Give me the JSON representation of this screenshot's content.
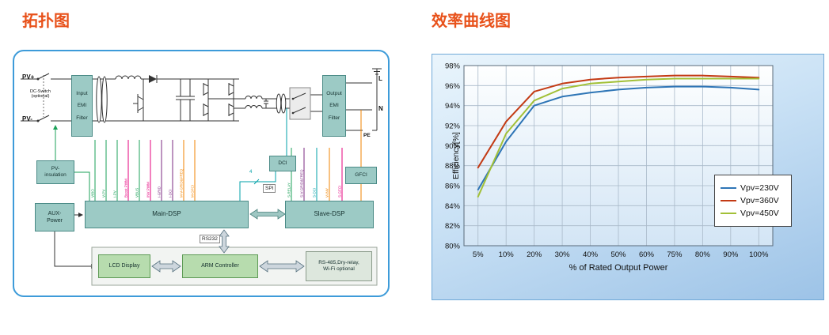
{
  "titles": {
    "topology": "拓扑图",
    "efficiency": "效率曲线图"
  },
  "topology": {
    "labels": {
      "pv_plus": "PV+",
      "pv_minus": "PV-",
      "dc_switch": "DC-Switch\n(optional)",
      "line_l": "L",
      "line_n": "N",
      "line_pe": "PE",
      "spi": "SPI",
      "rs232": "RS232",
      "bus_width": "4"
    },
    "blocks": {
      "input_emi": "Input\nEMI\nFilter",
      "output_emi": "Output\nEMI\nFilter",
      "pv_insulation": "PV-\ninsulation",
      "aux_power": "AUX-\nPower",
      "main_dsp": "Main-DSP",
      "slave_dsp": "Slave-DSP",
      "dci": "DCI",
      "gfci": "GFCI",
      "lcd": "LCD Display",
      "arm": "ARM Controller",
      "rs485": "RS-485,Dry-relay,\nWi-Fi optional"
    },
    "main_dsp_signals": [
      {
        "label": "VIBO",
        "color": "#1ba158"
      },
      {
        "label": "V-PV",
        "color": "#1ba158"
      },
      {
        "label": "I-PV",
        "color": "#1ba158"
      },
      {
        "label": "Boost PWM",
        "color": "#e6007e"
      },
      {
        "label": "VBUS",
        "color": "#1ba158"
      },
      {
        "label": "INV PWM",
        "color": "#e6007e"
      },
      {
        "label": "I-GRID",
        "color": "#7b2982"
      },
      {
        "label": "I-DCI",
        "color": "#7b2982"
      },
      {
        "label": "M-V-GRID&FREQ",
        "color": "#f08300"
      },
      {
        "label": "M-GFCI",
        "color": "#f08300"
      }
    ],
    "slave_dsp_signals": [
      {
        "label": "S-RELAY",
        "color": "#1ba158"
      },
      {
        "label": "S-V-GRID&FREQ",
        "color": "#7b2982"
      },
      {
        "label": "S-DCI",
        "color": "#00a0a8"
      },
      {
        "label": "V-INV",
        "color": "#f08300"
      },
      {
        "label": "S-GFCI",
        "color": "#e6007e"
      }
    ]
  },
  "chart_data": {
    "type": "line",
    "x": [
      "5%",
      "10%",
      "20%",
      "30%",
      "40%",
      "50%",
      "60%",
      "75%",
      "80%",
      "90%",
      "100%"
    ],
    "series": [
      {
        "name": "Vpv=230V",
        "color": "#2e75b6",
        "values": [
          85.6,
          90.4,
          94.0,
          94.9,
          95.3,
          95.6,
          95.8,
          95.9,
          95.9,
          95.8,
          95.6
        ]
      },
      {
        "name": "Vpv=360V",
        "color": "#c33a14",
        "values": [
          87.8,
          92.4,
          95.4,
          96.2,
          96.6,
          96.8,
          96.9,
          97.0,
          97.0,
          96.9,
          96.8
        ]
      },
      {
        "name": "Vpv=450V",
        "color": "#a2c037",
        "values": [
          84.9,
          91.2,
          94.5,
          95.7,
          96.2,
          96.4,
          96.6,
          96.7,
          96.7,
          96.7,
          96.7
        ]
      }
    ],
    "ylabel": "Efficiency[%]",
    "xlabel": "% of Rated Output Power",
    "ylim": [
      80,
      98
    ],
    "ytick_step": 2,
    "yticks": [
      "80%",
      "82%",
      "84%",
      "86%",
      "88%",
      "90%",
      "92%",
      "94%",
      "96%",
      "98%"
    ],
    "grid": true,
    "legend_position": "right-middle"
  }
}
